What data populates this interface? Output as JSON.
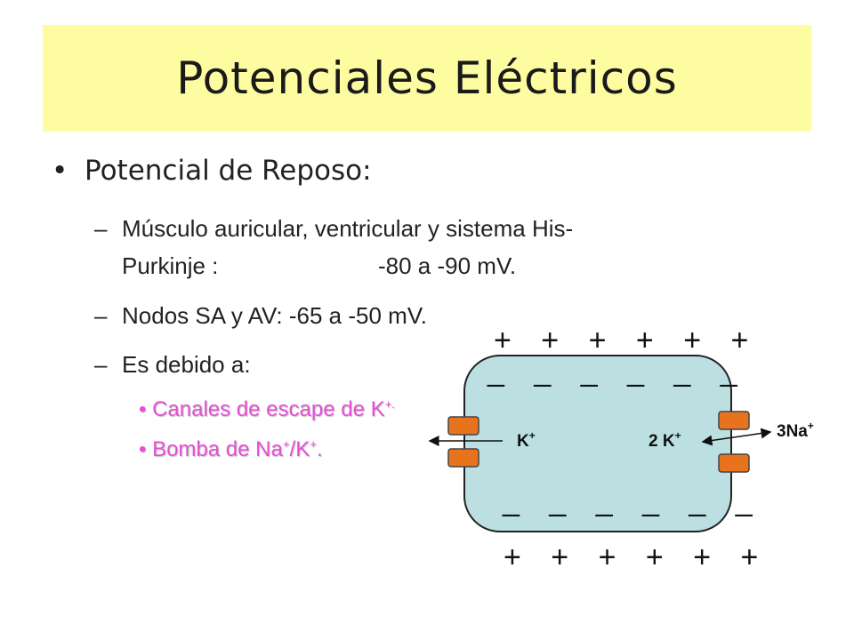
{
  "slide": {
    "title": "Potenciales Eléctricos",
    "bullet_symbol": "•",
    "bullet": "Potencial de Reposo:",
    "dash_symbol": "–",
    "sub_items": [
      {
        "line1": "Músculo auricular,  ventricular y sistema His-",
        "line2": "Purkinje :",
        "value": "-80 a -90 mV."
      },
      {
        "line1": "Nodos SA y AV: -65 a -50 mV."
      },
      {
        "line1": "Es debido a:"
      }
    ],
    "causes": [
      {
        "dot": "•",
        "text": "Canales de escape de K",
        "sup": "+.",
        "tail": ""
      },
      {
        "dot": "•",
        "text": "Bomba de Na",
        "sup": "+",
        "mid": "/K",
        "sup2": "+",
        "tail": "."
      }
    ]
  },
  "diagram": {
    "top_outer_charges": "+ + + + + +",
    "top_inner_charges": "_ _ _ _ _ _",
    "bottom_inner_charges": "_ _ _ _ _ _",
    "bottom_outer_charges": "+ + + + + +",
    "left_ion": "K",
    "left_ion_sup": "+",
    "right_ion": "2 K",
    "right_ion_sup": "+",
    "outside_ion": "3Na",
    "outside_ion_sup": "+",
    "colors": {
      "cell_fill": "#bcdfe2",
      "channel_fill": "#e8731e",
      "title_bg": "#fdfca0",
      "pink_text": "#e64fd6"
    }
  }
}
